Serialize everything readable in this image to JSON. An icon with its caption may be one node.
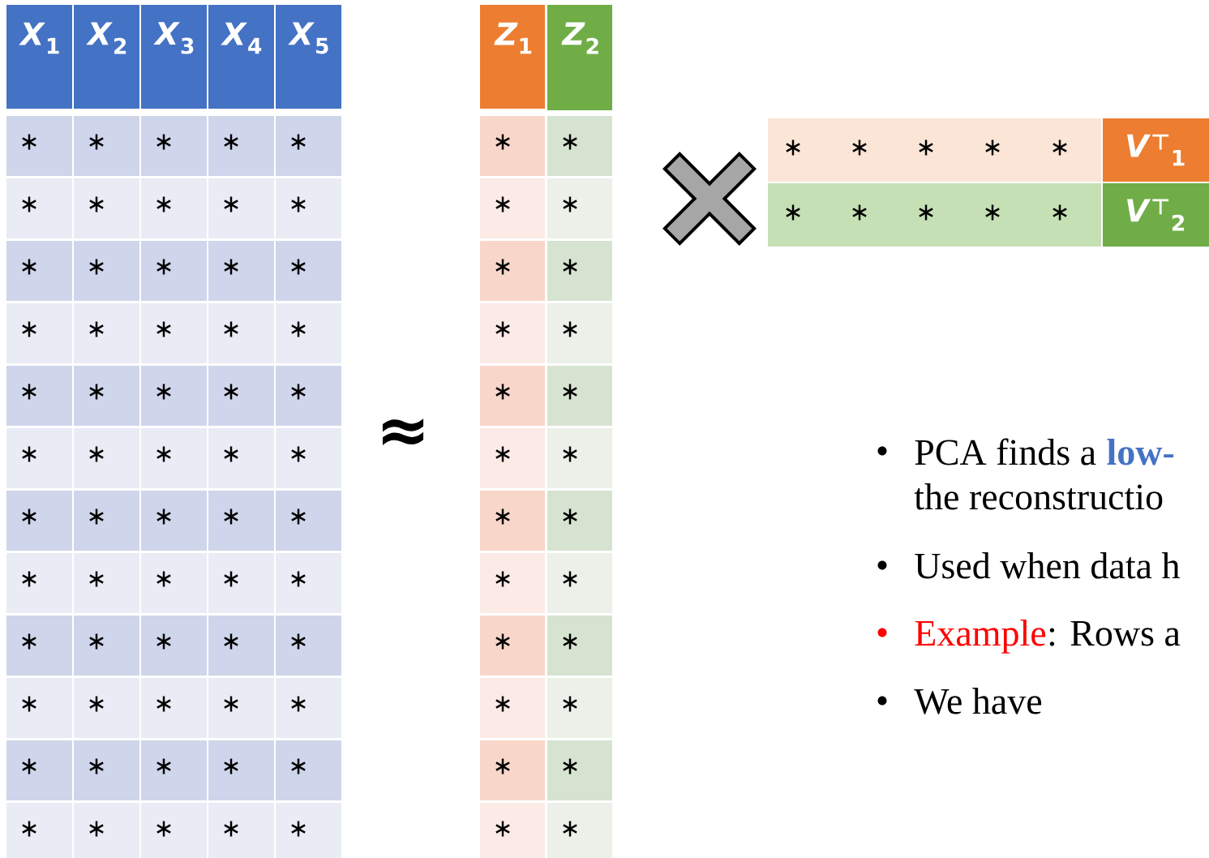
{
  "diagram": {
    "labels": [
      "*X*$_{1}$",
      "*X*$_{2}$",
      "*X*$_{3}$",
      "*X*$_{4}$",
      "*X*$_{5}$",
      "*Z*$_{1}$",
      "*Z*$_{2}$",
      "∗",
      "∗",
      "∗",
      "∗",
      "∗",
      "∗",
      "∗",
      "∗",
      "∗",
      "∗",
      "∗",
      "∗",
      "∗",
      "∗",
      "∗",
      "∗",
      "∗",
      "∗",
      "∗",
      "∗",
      "∗",
      "∗",
      "∗",
      "∗",
      "∗",
      "∗",
      "∗",
      "∗",
      "∗",
      "∗",
      "∗",
      "∗",
      "∗",
      "∗",
      "∗",
      "∗",
      "∗",
      "∗",
      "∗",
      "∗",
      "∗",
      "∗",
      "∗",
      "∗",
      "∗",
      "∗",
      "∗",
      "∗",
      "∗",
      "∗",
      "∗",
      "∗",
      "∗",
      "∗",
      "∗",
      "∗",
      "∗",
      "∗",
      "∗",
      "∗",
      "∗",
      "∗",
      "∗",
      "∗",
      "∗",
      "∗",
      "∗",
      "∗",
      "∗",
      "∗",
      "∗",
      "∗",
      "∗",
      "∗",
      "∗",
      "∗",
      "∗",
      "∗",
      "∗",
      "∗",
      "∗",
      "∗",
      "∗",
      "∗",
      "∗",
      "∗",
      "∗",
      "∗",
      "∗",
      "*V*$^{⊤}$$_{1}$",
      "∗",
      "∗",
      "∗",
      "∗",
      "∗",
      "*V*$^{⊤}$$_{2}$",
      "≈",
      "PCA finds a",
      "low-",
      "the reconstructio",
      "Used when data h",
      "Example",
      ": Rows a",
      "We have"
    ]
  }
}
